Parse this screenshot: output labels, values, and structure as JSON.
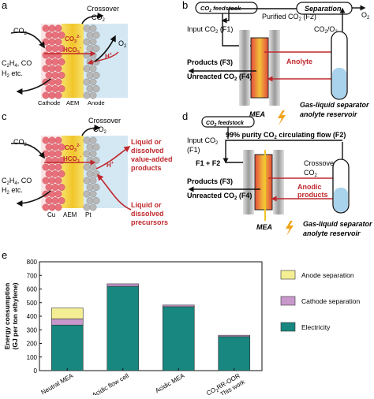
{
  "panels": {
    "a": {
      "label": "a",
      "co2_in": "CO",
      "co2_in_sub": "2",
      "crossover": "Crossover",
      "crossover_co2": "CO",
      "crossover_co2_sub": "2",
      "ions_co3": "CO",
      "ions_co3_sub": "3",
      "ions_co3_sup": "2-",
      "ions_hco3": "HCO",
      "ions_hco3_sub": "3",
      "ions_hco3_sup": "-",
      "proton": "H",
      "proton_sup": "+",
      "o2": "O",
      "o2_sub": "2",
      "products_line1": "C",
      "products_line1_sub": "2",
      "products_line1_rest": "H",
      "products_line1_sub2": "4",
      "products_line1_end": ", CO",
      "products_line2": "H",
      "products_line2_sub": "2",
      "products_line2_end": " etc.",
      "cathode": "Cathode",
      "aem": "AEM",
      "anode": "Anode"
    },
    "b": {
      "label": "b",
      "feedstock": "CO",
      "feedstock_sub": "2",
      "feedstock_end": " feedstock",
      "separation": "Separation",
      "purified": "Purified CO",
      "purified_sub": "2",
      "purified_end": " (F2)",
      "o2": "O",
      "o2_sub": "2",
      "input": "Input CO",
      "input_sub": "2",
      "input_end": " (F1)",
      "co2_o2": "CO",
      "co2_o2_sub": "2",
      "co2_o2_end": "/O",
      "co2_o2_sub2": "2",
      "products": "Products (F3)",
      "unreacted": "Unreacted CO",
      "unreacted_sub": "2",
      "unreacted_end": " (F4)",
      "anolyte": "Anolyte",
      "mea": "MEA",
      "separator_l1": "Gas-liquid separator",
      "separator_l2": "anolyte reservoir"
    },
    "c": {
      "label": "c",
      "co2_in": "CO",
      "co2_in_sub": "2",
      "crossover": "Crossover",
      "crossover_co2": "CO",
      "crossover_co2_sub": "2",
      "ions_co3": "CO",
      "ions_co3_sub": "3",
      "ions_co3_sup": "2-",
      "ions_hco3": "HCO",
      "ions_hco3_sub": "3",
      "ions_hco3_sup": "-",
      "proton": "H",
      "proton_sup": "+",
      "value_added": [
        "Liquid or",
        "dissolved",
        "value-added",
        "products"
      ],
      "precursors": [
        "Liquid or",
        "dissolved",
        "precursors"
      ],
      "products_line1": "C",
      "products_line1_sub": "2",
      "products_line1_rest": "H",
      "products_line1_sub2": "4",
      "products_line1_end": ", CO",
      "products_line2": "H",
      "products_line2_sub": "2",
      "products_line2_end": " etc.",
      "cu": "Cu",
      "aem": "AEM",
      "pt": "Pt"
    },
    "d": {
      "label": "d",
      "feedstock": "CO",
      "feedstock_sub": "2",
      "feedstock_end": " feedstock",
      "circulating": "99% purity CO",
      "circulating_sub": "2",
      "circulating_end": " circulating flow (F2)",
      "input_l1": "Input CO",
      "input_l1_sub": "2",
      "input_l2": "(F1)",
      "f1f2": "F1 + F2",
      "crossover": "Crossover",
      "crossover_co2": "CO",
      "crossover_co2_sub": "2",
      "products": "Products (F3)",
      "unreacted": "Unreacted CO",
      "unreacted_sub": "2",
      "unreacted_end": " (F4)",
      "anodic_l1": "Anodic",
      "anodic_l2": "products",
      "mea": "MEA",
      "separator_l1": "Gas-liquid separator",
      "separator_l2": "anolyte reservoir"
    },
    "e": {
      "label": "e"
    }
  },
  "colors": {
    "red": "#c0282d",
    "cathode_ball": "#e8707a",
    "anode_ball": "#b8b8b8",
    "aem": "#f2cf3a",
    "electrolyte": "#d4e8f4",
    "reservoir_liquid": "#a9d3ec",
    "bar_electricity": "#17877f",
    "bar_cathode": "#c898cc",
    "bar_anode": "#f4ee94"
  },
  "chart_data": {
    "type": "bar",
    "stacked": true,
    "ylabel_l1": "Energy consumption",
    "ylabel_l2": "(GJ per ton ethylene)",
    "ylim": [
      0,
      800
    ],
    "yticks": [
      "0",
      "100",
      "200",
      "300",
      "400",
      "500",
      "600",
      "700",
      "800"
    ],
    "categories": [
      "Neutral MEA",
      "Acidic flow cell",
      "Acidic MEA",
      "CO2RR-OOR"
    ],
    "category_labels": [
      {
        "text": "Neutral MEA",
        "sub": "",
        "rest": "",
        "line2": ""
      },
      {
        "text": "Acidic flow cell",
        "sub": "",
        "rest": "",
        "line2": ""
      },
      {
        "text": "Acidic MEA",
        "sub": "",
        "rest": "",
        "line2": ""
      },
      {
        "text": "CO",
        "sub": "2",
        "rest": "RR-OOR",
        "line2": "This work"
      }
    ],
    "series": [
      {
        "name": "Electricity",
        "color": "#17877f",
        "values": [
          335,
          620,
          470,
          250
        ]
      },
      {
        "name": "Cathode separation",
        "color": "#c898cc",
        "values": [
          45,
          18,
          12,
          10
        ]
      },
      {
        "name": "Anode separation",
        "color": "#f4ee94",
        "values": [
          80,
          0,
          0,
          0
        ]
      }
    ],
    "legend_order": [
      "Anode separation",
      "Cathode separation",
      "Electricity"
    ],
    "legend_placement": "right"
  }
}
